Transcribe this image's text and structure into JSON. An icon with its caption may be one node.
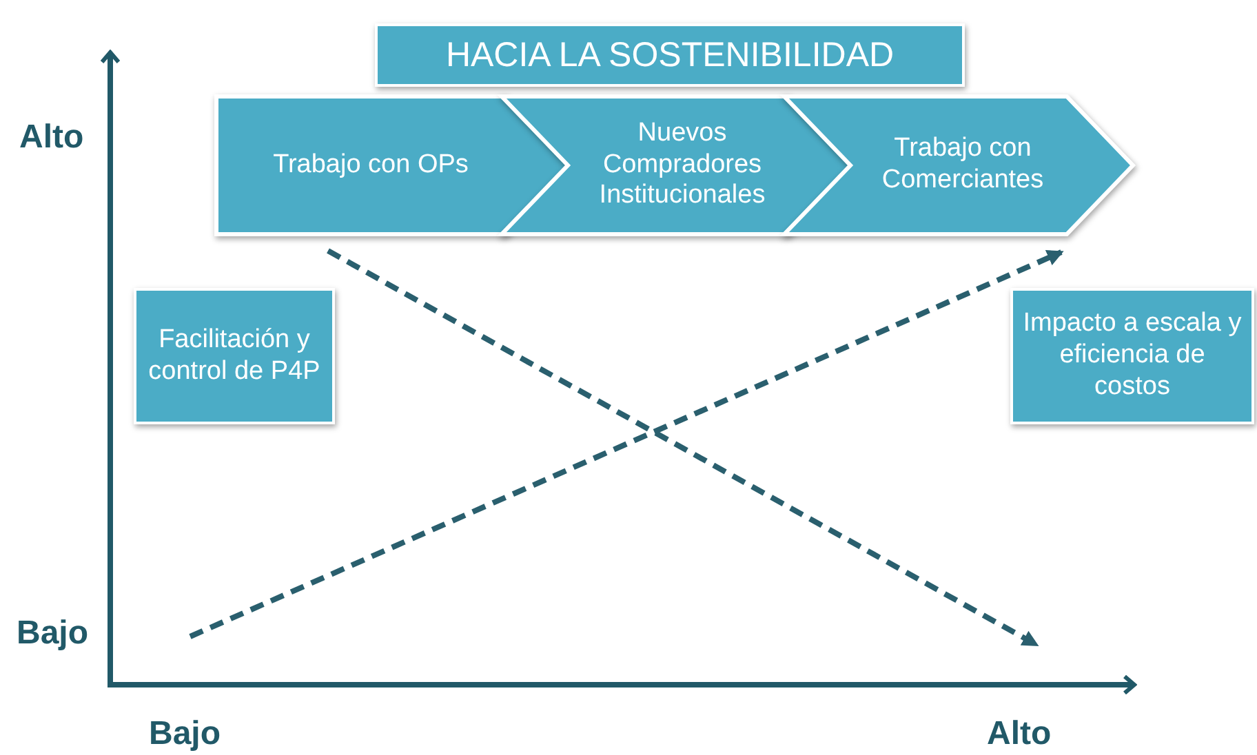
{
  "diagram": {
    "nodes": [
      {
        "text": [
          "HACIA LA SOSTENIBILIDAD"
        ]
      },
      {
        "text": [
          "Trabajo con OPs"
        ]
      },
      {
        "text": [
          "Nuevos Compradores Institucionales"
        ]
      },
      {
        "text": [
          "Trabajo con Comerciantes"
        ]
      },
      {
        "text": [
          "Facilitación y control de P4P"
        ]
      },
      {
        "text": [
          "Impacto a escala y eficiencia de costos"
        ]
      }
    ],
    "labels": [
      "Alto",
      "Bajo",
      "Bajo",
      "Alto"
    ]
  }
}
